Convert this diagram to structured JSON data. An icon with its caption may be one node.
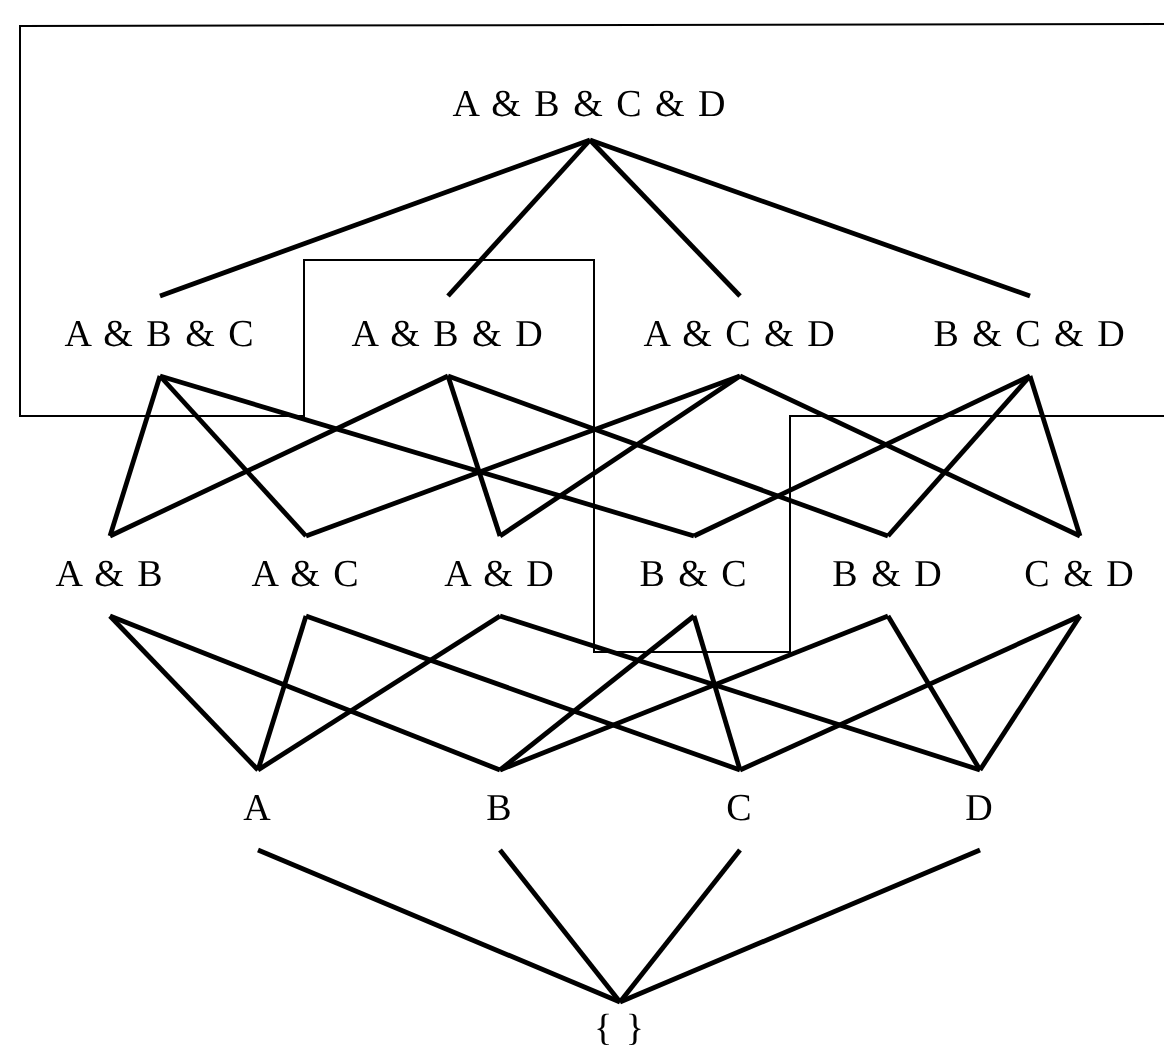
{
  "diagram": {
    "nodes": [
      {
        "text": [
          "A & B & C & D"
        ]
      },
      {
        "text": [
          "A & B & C"
        ]
      },
      {
        "text": [
          "A & B & D"
        ]
      },
      {
        "text": [
          "A & C & D"
        ]
      },
      {
        "text": [
          "B & C & D"
        ]
      },
      {
        "text": [
          "A & B"
        ]
      },
      {
        "text": [
          "A & C"
        ]
      },
      {
        "text": [
          "A & D"
        ]
      },
      {
        "text": [
          "B & C"
        ]
      },
      {
        "text": [
          "B & D"
        ]
      },
      {
        "text": [
          "C & D"
        ]
      },
      {
        "text": [
          "A"
        ]
      },
      {
        "text": [
          "B"
        ]
      },
      {
        "text": [
          "C"
        ]
      },
      {
        "text": [
          "D"
        ]
      },
      {
        "text": [
          "{ }"
        ]
      }
    ],
    "edges": [
      {
        "from": 0,
        "to": 1,
        "arrow": "none"
      },
      {
        "from": 0,
        "to": 2,
        "arrow": "none"
      },
      {
        "from": 0,
        "to": 3,
        "arrow": "none"
      },
      {
        "from": 0,
        "to": 4,
        "arrow": "none"
      },
      {
        "from": 1,
        "to": 5,
        "arrow": "none"
      },
      {
        "from": 1,
        "to": 6,
        "arrow": "none"
      },
      {
        "from": 1,
        "to": 8,
        "arrow": "none"
      },
      {
        "from": 2,
        "to": 5,
        "arrow": "none"
      },
      {
        "from": 2,
        "to": 7,
        "arrow": "none"
      },
      {
        "from": 2,
        "to": 9,
        "arrow": "none"
      },
      {
        "from": 3,
        "to": 6,
        "arrow": "none"
      },
      {
        "from": 3,
        "to": 7,
        "arrow": "none"
      },
      {
        "from": 3,
        "to": 10,
        "arrow": "none"
      },
      {
        "from": 4,
        "to": 8,
        "arrow": "none"
      },
      {
        "from": 4,
        "to": 9,
        "arrow": "none"
      },
      {
        "from": 4,
        "to": 10,
        "arrow": "none"
      },
      {
        "from": 5,
        "to": 11,
        "arrow": "none"
      },
      {
        "from": 5,
        "to": 12,
        "arrow": "none"
      },
      {
        "from": 6,
        "to": 11,
        "arrow": "none"
      },
      {
        "from": 6,
        "to": 13,
        "arrow": "none"
      },
      {
        "from": 7,
        "to": 11,
        "arrow": "none"
      },
      {
        "from": 7,
        "to": 14,
        "arrow": "none"
      },
      {
        "from": 8,
        "to": 12,
        "arrow": "none"
      },
      {
        "from": 8,
        "to": 13,
        "arrow": "none"
      },
      {
        "from": 9,
        "to": 12,
        "arrow": "none"
      },
      {
        "from": 9,
        "to": 14,
        "arrow": "none"
      },
      {
        "from": 10,
        "to": 13,
        "arrow": "none"
      },
      {
        "from": 10,
        "to": 14,
        "arrow": "none"
      },
      {
        "from": 11,
        "to": 15,
        "arrow": "none"
      },
      {
        "from": 12,
        "to": 15,
        "arrow": "none"
      },
      {
        "from": 13,
        "to": 15,
        "arrow": "none"
      },
      {
        "from": 14,
        "to": 15,
        "arrow": "none"
      }
    ]
  }
}
